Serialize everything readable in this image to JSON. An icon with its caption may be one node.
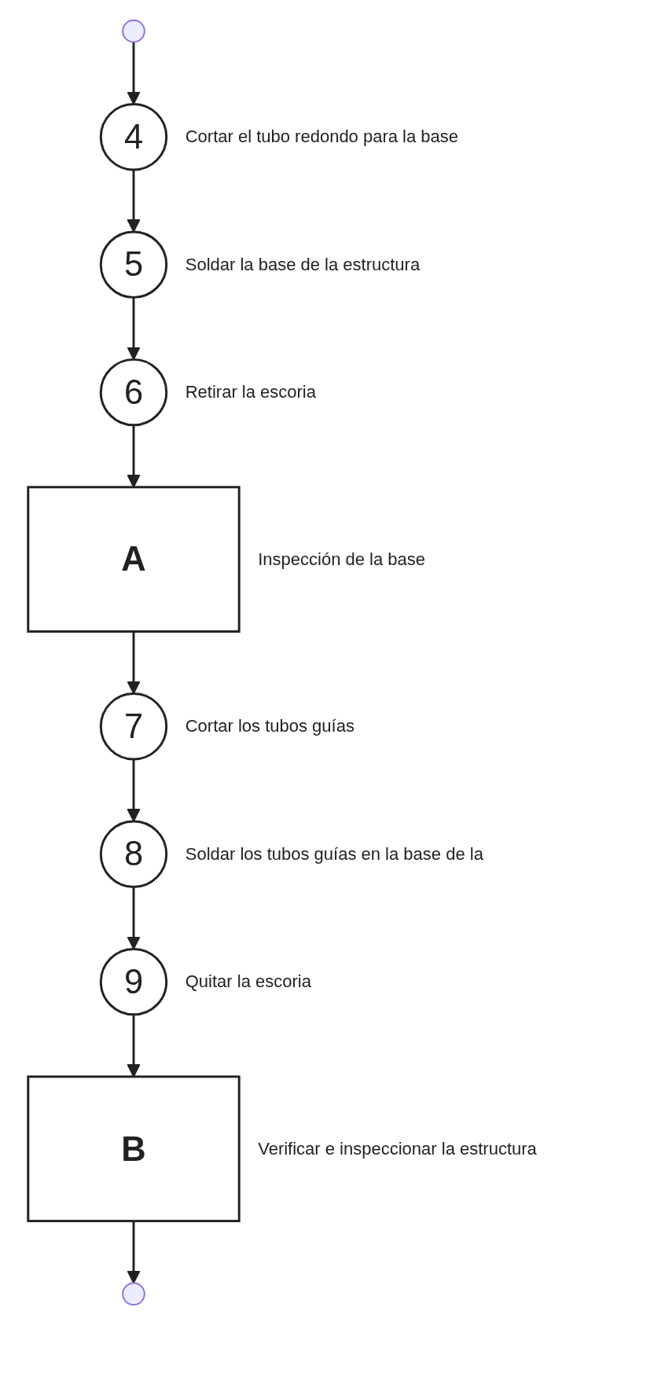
{
  "diagram": {
    "nodes": [
      {
        "text": [],
        "shape": "circle"
      },
      {
        "text": [
          "4"
        ],
        "beside": [
          "Cortar el tubo redondo para la base"
        ]
      },
      {
        "text": [
          "5"
        ],
        "beside": [
          "Soldar la base de la estructura"
        ]
      },
      {
        "text": [
          "6"
        ],
        "beside": [
          "Retirar la escoria"
        ]
      },
      {
        "text": [
          "A"
        ],
        "beside": [
          "Inspección de la base"
        ]
      },
      {
        "text": [
          "7"
        ],
        "beside": [
          "Cortar los tubos guías"
        ]
      },
      {
        "text": [
          "8"
        ],
        "beside": [
          "Soldar los tubos guías en la base de la"
        ]
      },
      {
        "text": [
          "9"
        ],
        "beside": [
          "Quitar la escoria"
        ]
      },
      {
        "text": [
          "B"
        ],
        "beside": [
          "Verificar e inspeccionar la estructura"
        ]
      },
      {
        "text": [],
        "shape": "circle"
      }
    ],
    "edges": [
      {
        "from": 0,
        "to": 1,
        "arrow": "to"
      },
      {
        "from": 1,
        "to": 2,
        "arrow": "to"
      },
      {
        "from": 2,
        "to": 3,
        "arrow": "to"
      },
      {
        "from": 3,
        "to": 4,
        "arrow": "to"
      },
      {
        "from": 4,
        "to": 5,
        "arrow": "to"
      },
      {
        "from": 5,
        "to": 6,
        "arrow": "to"
      },
      {
        "from": 6,
        "to": 7,
        "arrow": "to"
      },
      {
        "from": 7,
        "to": 8,
        "arrow": "to"
      },
      {
        "from": 8,
        "to": 9,
        "arrow": "to"
      }
    ]
  }
}
